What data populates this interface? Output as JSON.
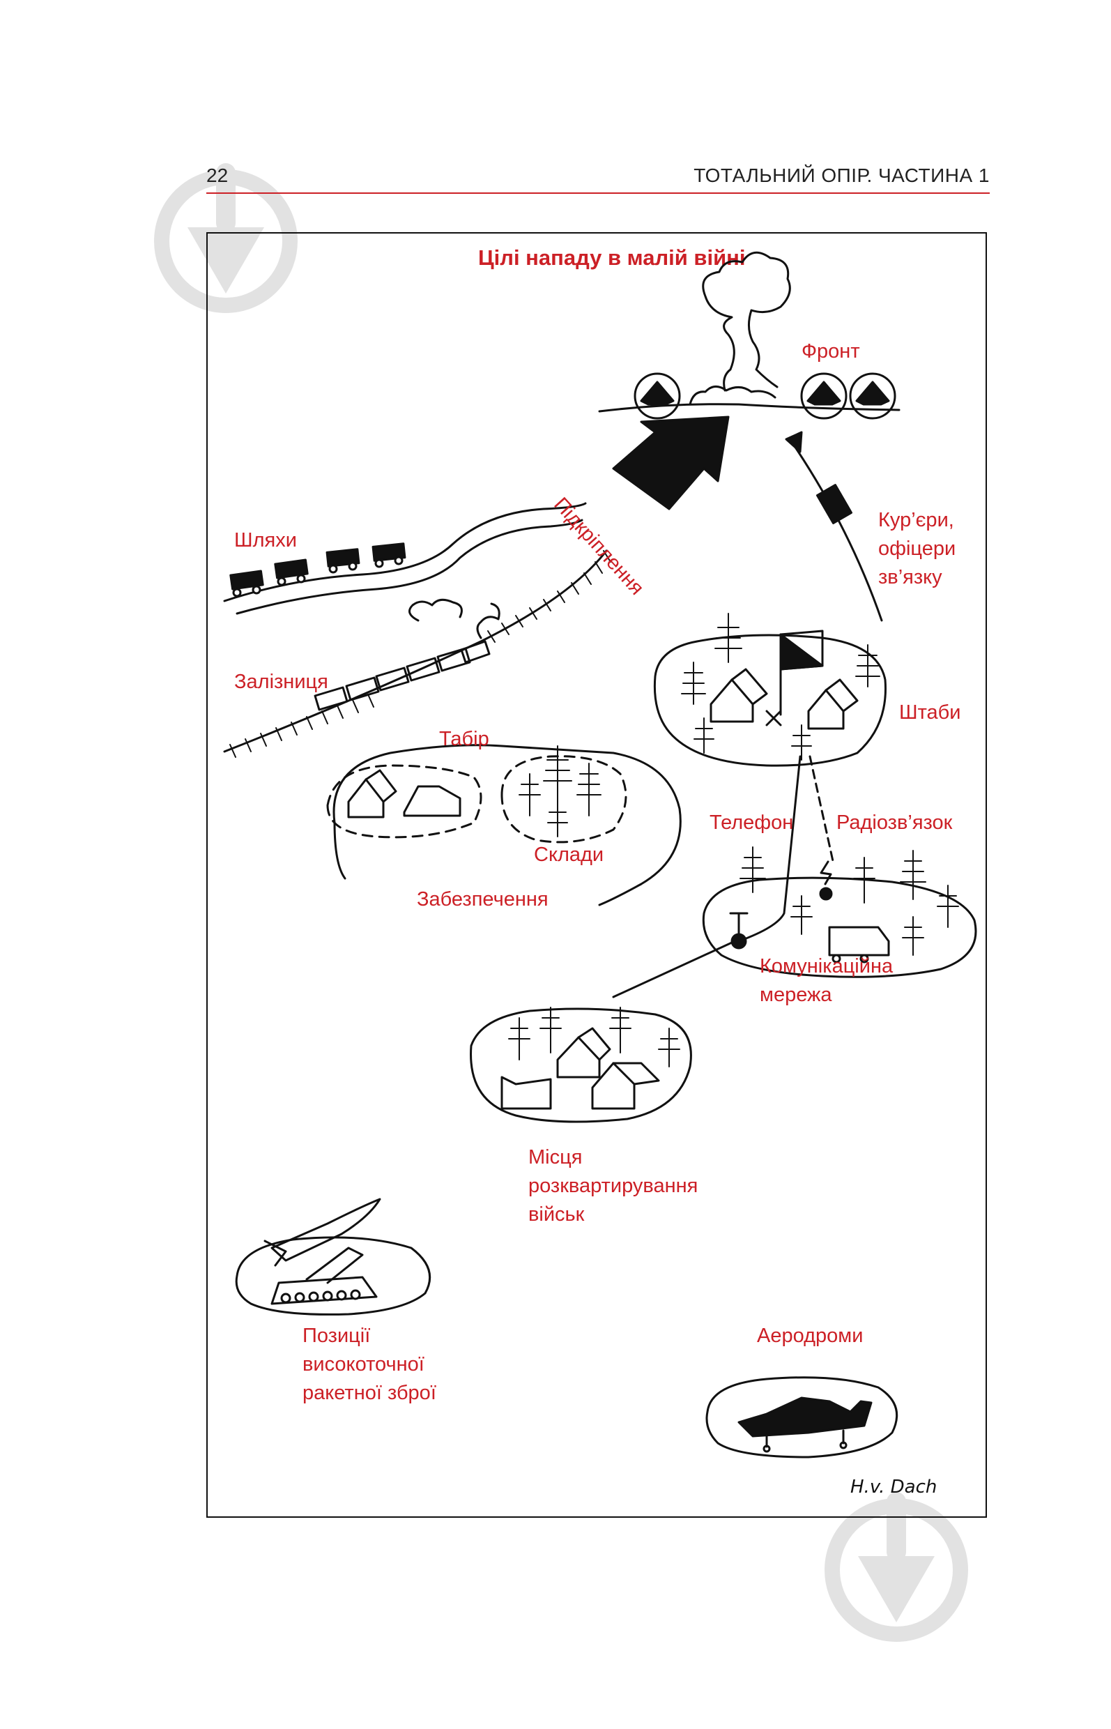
{
  "header": {
    "page_number": "22",
    "running_title": "ТОТАЛЬНИЙ ОПІР. ЧАСТИНА 1",
    "accent_color": "#cc2026"
  },
  "figure": {
    "title": "Цілі нападу в малій війні",
    "signature": "H.v. Dach",
    "labels": {
      "front": "Фронт",
      "reinforcement": "Підкріплення",
      "roads": "Шляхи",
      "couriers": [
        "Кур’єри,",
        "офіцери",
        "зв’язку"
      ],
      "railway": "Залізниця",
      "hq": "Штаби",
      "camp": "Табір",
      "telephone": "Телефон",
      "radio": "Радіозв’язок",
      "depots": "Склади",
      "supply": "Забезпечення",
      "comm_network": [
        "Комунікаційна",
        "мережа"
      ],
      "troop_quarters": [
        "Місця",
        "розквартирування",
        "військ"
      ],
      "missile_positions": [
        "Позиції",
        "високоточної",
        "ракетної зброї"
      ],
      "airfields": "Аеродроми"
    }
  },
  "watermark_icons": [
    "download-arrow-icon",
    "download-arrow-icon"
  ]
}
